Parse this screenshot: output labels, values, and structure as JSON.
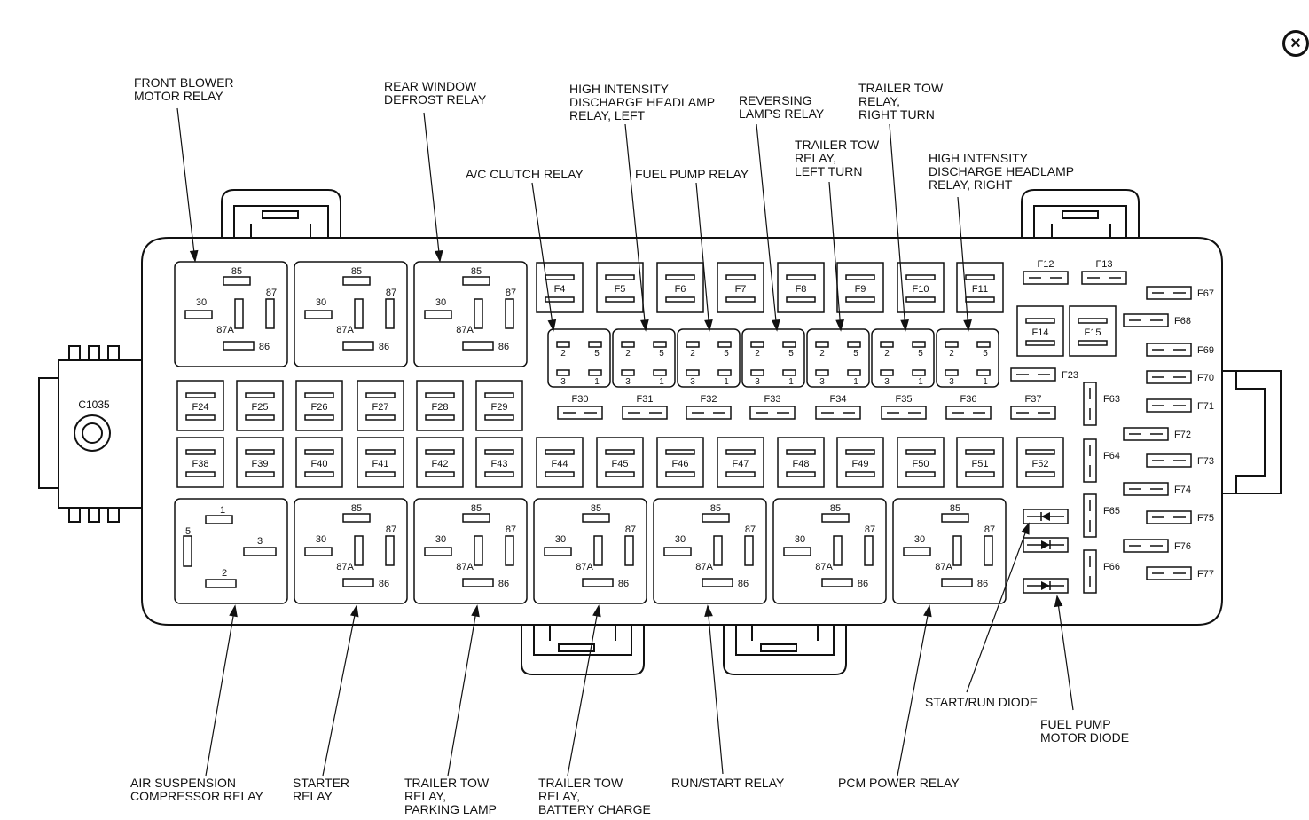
{
  "close_icon": "close-circle-icon",
  "connector": {
    "id": "C1035"
  },
  "callouts": {
    "front_blower": "FRONT BLOWER\nMOTOR RELAY",
    "rear_window": "REAR WINDOW\nDEFROST RELAY",
    "hid_left": "HIGH INTENSITY\nDISCHARGE HEADLAMP\nRELAY, LEFT",
    "ac_clutch": "A/C CLUTCH RELAY",
    "fuel_pump_relay": "FUEL PUMP RELAY",
    "reversing": "REVERSING\nLAMPS RELAY",
    "trailer_left": "TRAILER TOW\nRELAY,\nLEFT TURN",
    "trailer_right": "TRAILER TOW\nRELAY,\nRIGHT TURN",
    "hid_right": "HIGH INTENSITY\nDISCHARGE HEADLAMP\nRELAY, RIGHT",
    "air_suspension": "AIR SUSPENSION\nCOMPRESSOR RELAY",
    "starter": "STARTER\nRELAY",
    "trailer_parking": "TRAILER TOW\nRELAY,\nPARKING LAMP",
    "trailer_battery": "TRAILER TOW\nRELAY,\nBATTERY CHARGE",
    "run_start": "RUN/START RELAY",
    "pcm_power": "PCM POWER RELAY",
    "start_run_diode": "START/RUN DIODE",
    "fuel_pump_diode": "FUEL PUMP\nMOTOR DIODE"
  },
  "relay_pins": {
    "p85": "85",
    "p86": "86",
    "p87": "87",
    "p87a": "87A",
    "p30": "30"
  },
  "relay_pins_5": {
    "p1": "1",
    "p2": "2",
    "p3": "3",
    "p5": "5"
  },
  "mini_relay_pins": {
    "p1": "1",
    "p2": "2",
    "p3": "3",
    "p5": "5"
  },
  "fuses_top_row": [
    "F4",
    "F5",
    "F6",
    "F7",
    "F8",
    "F9",
    "F10",
    "F11"
  ],
  "fuses_row_a": [
    "F24",
    "F25",
    "F26",
    "F27",
    "F28",
    "F29"
  ],
  "fuses_row_b": [
    "F38",
    "F39",
    "F40",
    "F41",
    "F42",
    "F43",
    "F44",
    "F45",
    "F46",
    "F47",
    "F48",
    "F49",
    "F50",
    "F51",
    "F52"
  ],
  "minifuses_row": [
    "F30",
    "F31",
    "F32",
    "F33",
    "F34",
    "F35",
    "F36",
    "F37"
  ],
  "fuses_misc": {
    "f12": "F12",
    "f13": "F13",
    "f14": "F14",
    "f15": "F15",
    "f23": "F23"
  },
  "fuses_vertical": [
    "F63",
    "F64",
    "F65",
    "F66"
  ],
  "fuses_right": [
    "F67",
    "F68",
    "F69",
    "F70",
    "F71",
    "F72",
    "F73",
    "F74",
    "F75",
    "F76",
    "F77"
  ]
}
